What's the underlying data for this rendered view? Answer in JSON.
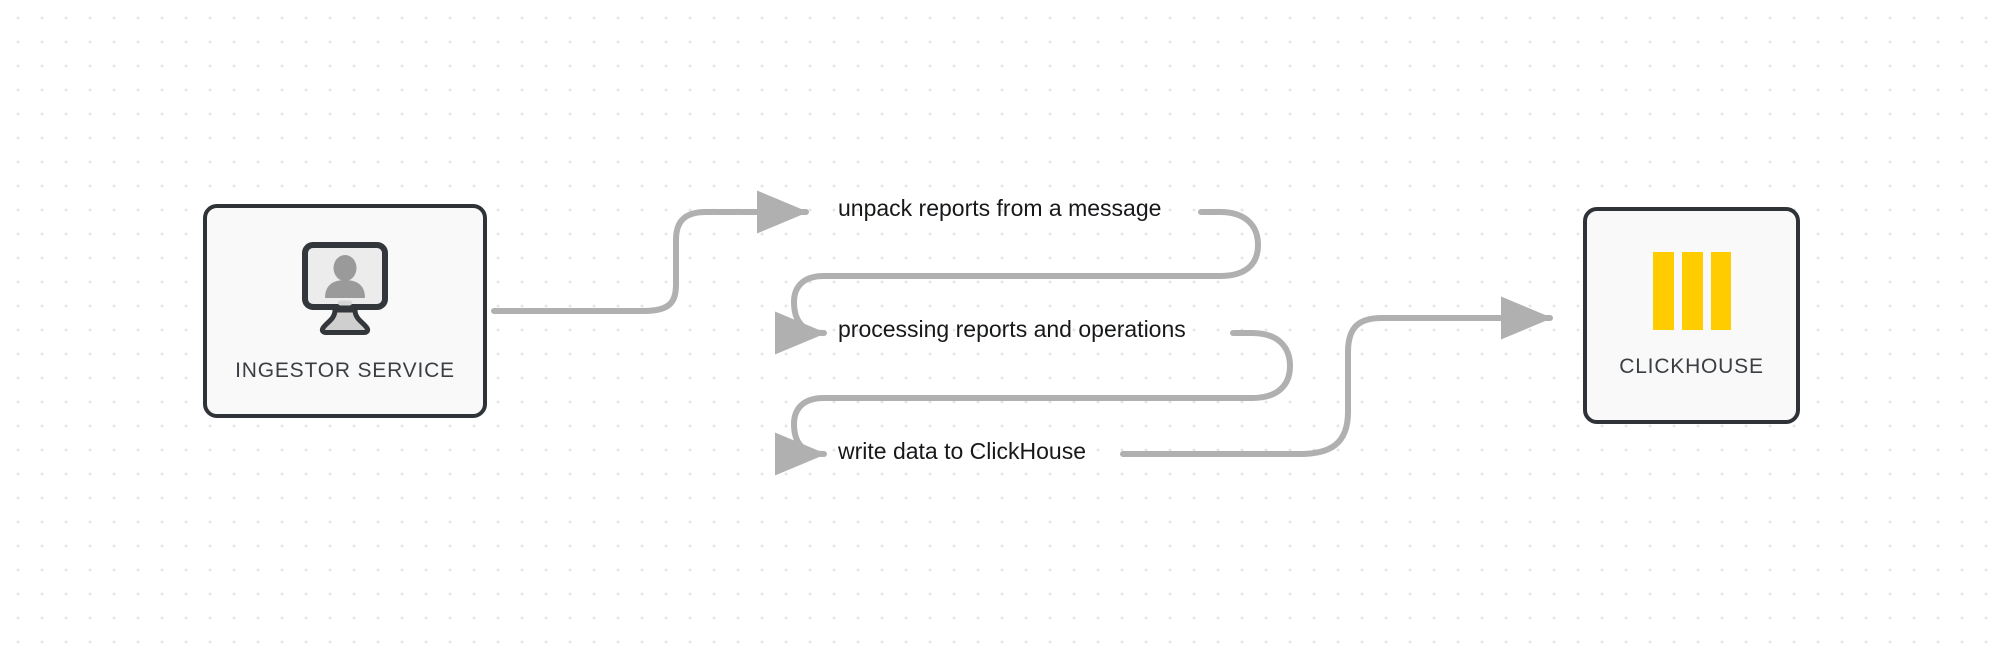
{
  "diagram": {
    "type": "flow-diagram",
    "background": "#ffffff",
    "dot_grid_color": "#e4e4e7",
    "edge_color": "#b0b0b0",
    "nodes": [
      {
        "id": "ingestor",
        "label": "INGESTOR SERVICE",
        "icon": "monitor-user-icon",
        "icon_colors": {
          "frame": "#33373c",
          "screen": "#ececec",
          "person": "#9a9a9a",
          "stand": "#cfcfcf"
        }
      },
      {
        "id": "clickhouse",
        "label": "CLICKHOUSE",
        "icon": "clickhouse-bars-icon",
        "icon_colors": {
          "bars": "#ffcc00"
        }
      }
    ],
    "edges": [
      {
        "id": "edge-unpack",
        "label": "unpack reports from a message"
      },
      {
        "id": "edge-process",
        "label": "processing reports and operations"
      },
      {
        "id": "edge-write",
        "label": "write data to ClickHouse"
      }
    ]
  }
}
